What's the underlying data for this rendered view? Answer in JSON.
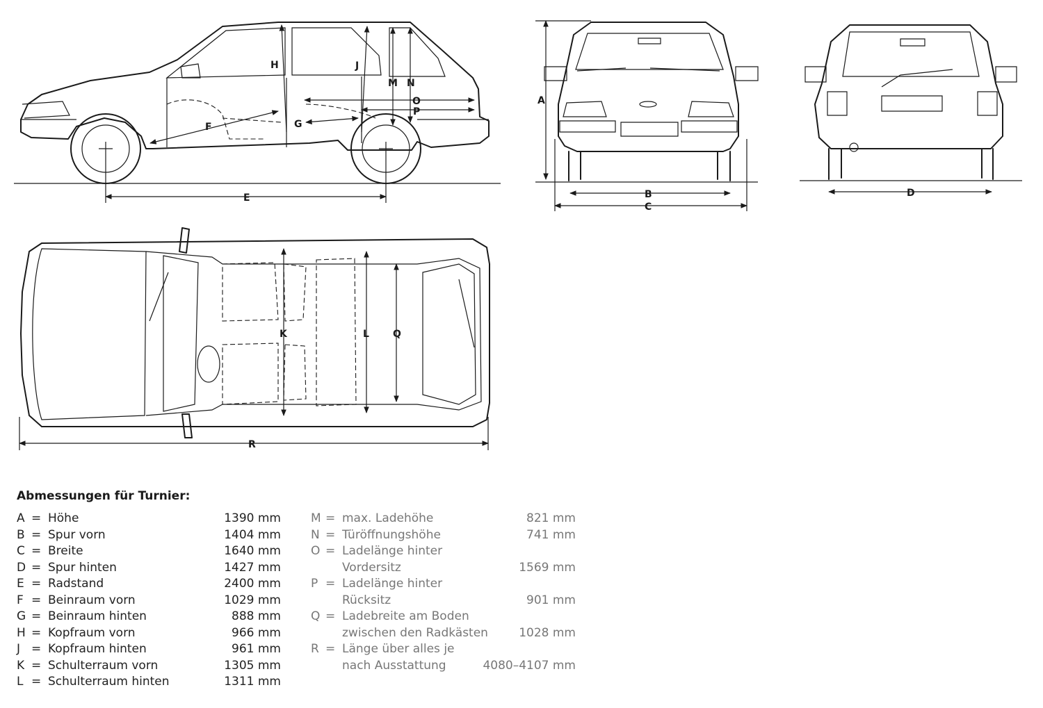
{
  "diagram": {
    "dimension_letters": {
      "side": [
        "H",
        "J",
        "M",
        "N",
        "O",
        "P",
        "F",
        "G",
        "E"
      ],
      "front": [
        "A",
        "B",
        "C"
      ],
      "rear": [
        "D"
      ],
      "top": [
        "K",
        "L",
        "Q",
        "R"
      ]
    }
  },
  "specs": {
    "title": "Abmessungen für Turnier:",
    "left": [
      {
        "key": "A",
        "eq": "=",
        "label": "Höhe",
        "value": "1390 mm"
      },
      {
        "key": "B",
        "eq": "=",
        "label": "Spur vorn",
        "value": "1404 mm"
      },
      {
        "key": "C",
        "eq": "=",
        "label": "Breite",
        "value": "1640 mm"
      },
      {
        "key": "D",
        "eq": "=",
        "label": "Spur hinten",
        "value": "1427 mm"
      },
      {
        "key": "E",
        "eq": "=",
        "label": "Radstand",
        "value": "2400 mm"
      },
      {
        "key": "F",
        "eq": "=",
        "label": "Beinraum vorn",
        "value": "1029 mm"
      },
      {
        "key": "G",
        "eq": "=",
        "label": "Beinraum hinten",
        "value": "888 mm"
      },
      {
        "key": "H",
        "eq": "=",
        "label": "Kopfraum vorn",
        "value": "966 mm"
      },
      {
        "key": "J",
        "eq": "=",
        "label": "Kopfraum hinten",
        "value": "961 mm"
      },
      {
        "key": "K",
        "eq": "=",
        "label": "Schulterraum vorn",
        "value": "1305 mm"
      },
      {
        "key": "L",
        "eq": "=",
        "label": "Schulterraum hinten",
        "value": "1311 mm"
      }
    ],
    "right": [
      {
        "key": "M",
        "eq": "=",
        "label": "max. Ladehöhe",
        "value": "821 mm"
      },
      {
        "key": "N",
        "eq": "=",
        "label": "Türöffnungshöhe",
        "value": "741 mm"
      },
      {
        "key": "O",
        "eq": "=",
        "label": "Ladelänge hinter",
        "value": ""
      },
      {
        "key": "",
        "eq": "",
        "label": "Vordersitz",
        "value": "1569 mm"
      },
      {
        "key": "P",
        "eq": "=",
        "label": "Ladelänge hinter",
        "value": ""
      },
      {
        "key": "",
        "eq": "",
        "label": "Rücksitz",
        "value": "901 mm"
      },
      {
        "key": "Q",
        "eq": "=",
        "label": "Ladebreite am Boden",
        "value": ""
      },
      {
        "key": "",
        "eq": "",
        "label": "zwischen den Radkästen",
        "value": "1028 mm"
      },
      {
        "key": "R",
        "eq": "=",
        "label": "Länge über alles je",
        "value": ""
      },
      {
        "key": "",
        "eq": "",
        "label": "nach Ausstattung",
        "value": "4080–4107 mm"
      }
    ]
  }
}
